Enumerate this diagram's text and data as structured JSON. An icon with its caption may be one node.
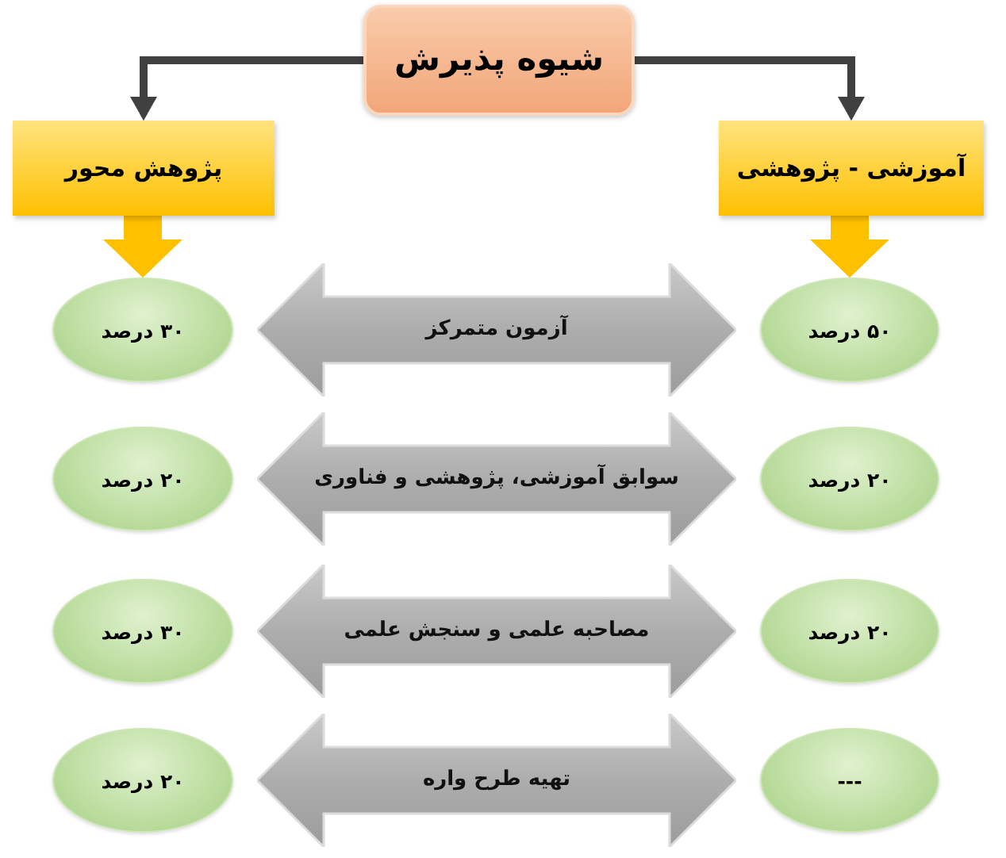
{
  "diagram": {
    "nodes": [
      {
        "text": [
          "شیوه پذیرش"
        ]
      },
      {
        "text": [
          "آموزشی - پژوهشی"
        ]
      },
      {
        "text": [
          "پژوهش محور"
        ]
      },
      {
        "text": [
          "۵۰ درصد"
        ]
      },
      {
        "text": [
          "آزمون متمرکز"
        ]
      },
      {
        "text": [
          "۳۰ درصد"
        ]
      },
      {
        "text": [
          "۲۰ درصد"
        ]
      },
      {
        "text": [
          "سوابق آموزشی، پژوهشی و فناوری"
        ]
      },
      {
        "text": [
          "۲۰ درصد"
        ]
      },
      {
        "text": [
          "۲۰ درصد"
        ]
      },
      {
        "text": [
          "مصاحبه علمی و سنجش علمی"
        ]
      },
      {
        "text": [
          "۳۰ درصد"
        ]
      },
      {
        "text": [
          "---"
        ]
      },
      {
        "text": [
          "تهیه طرح واره"
        ]
      },
      {
        "text": [
          "۲۰ درصد"
        ]
      }
    ],
    "edges": [
      {
        "from": 0,
        "to": 1,
        "arrow": "to"
      },
      {
        "from": 0,
        "to": 2,
        "arrow": "to"
      },
      {
        "from": 1,
        "to": 3,
        "arrow": "to",
        "style": "thick",
        "color": "#ffc000"
      },
      {
        "from": 2,
        "to": 5,
        "arrow": "to",
        "style": "thick",
        "color": "#ffc000"
      }
    ]
  }
}
